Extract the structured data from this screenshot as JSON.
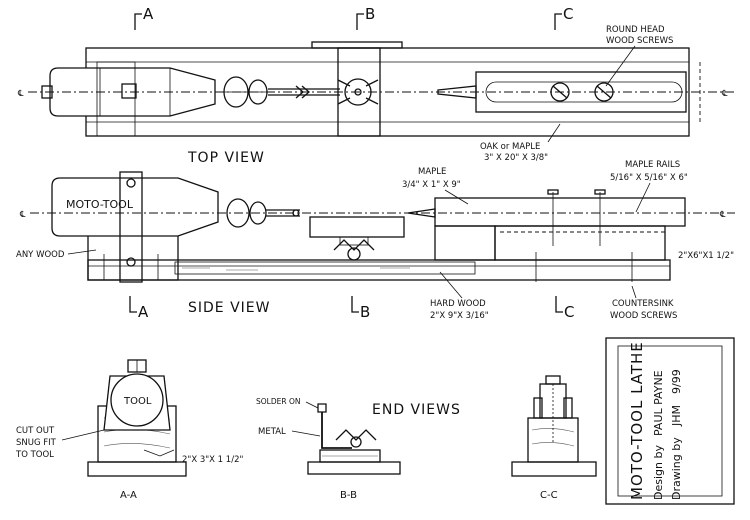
{
  "labels": {
    "section_a": "A",
    "section_b": "B",
    "section_c": "C",
    "screws_top_1": "ROUND HEAD",
    "screws_top_2": "WOOD SCREWS",
    "top_view": "TOP VIEW",
    "oak_maple_1": "OAK or MAPLE",
    "oak_maple_2": "3\" X 20\" X 3/8\"",
    "maple_1": "MAPLE",
    "maple_2": "3/4\" X 1\" X 9\"",
    "maple_rails_1": "MAPLE RAILS",
    "maple_rails_2": "5/16\" X 5/16\" X 6\"",
    "moto_tool": "MOTO-TOOL",
    "any_wood": "ANY WOOD",
    "block_2x6": "2\"X6\"X1 1/2\"",
    "side_view": "SIDE VIEW",
    "hard_wood_1": "HARD WOOD",
    "hard_wood_2": "2\"X 9\"X 3/16\"",
    "countersink_1": "COUNTERSINK",
    "countersink_2": "WOOD SCREWS",
    "cut_out_1": "CUT OUT",
    "cut_out_2": "SNUG FIT",
    "cut_out_3": "TO TOOL",
    "tool": "TOOL",
    "block_2x3": "2\"X 3\"X 1 1/2\"",
    "solder_on": "SOLDER ON",
    "metal": "METAL",
    "end_views": "END VIEWS",
    "sec_aa": "A-A",
    "sec_bb": "B-B",
    "sec_cc": "C-C",
    "centerline": "℄"
  },
  "title_block": {
    "title": "MOTO-TOOL LATHE",
    "design_prefix": "Design by",
    "designer": "PAUL PAYNE",
    "drawing_prefix": "Drawing by",
    "drafter": "JHM",
    "date": "9/99"
  }
}
